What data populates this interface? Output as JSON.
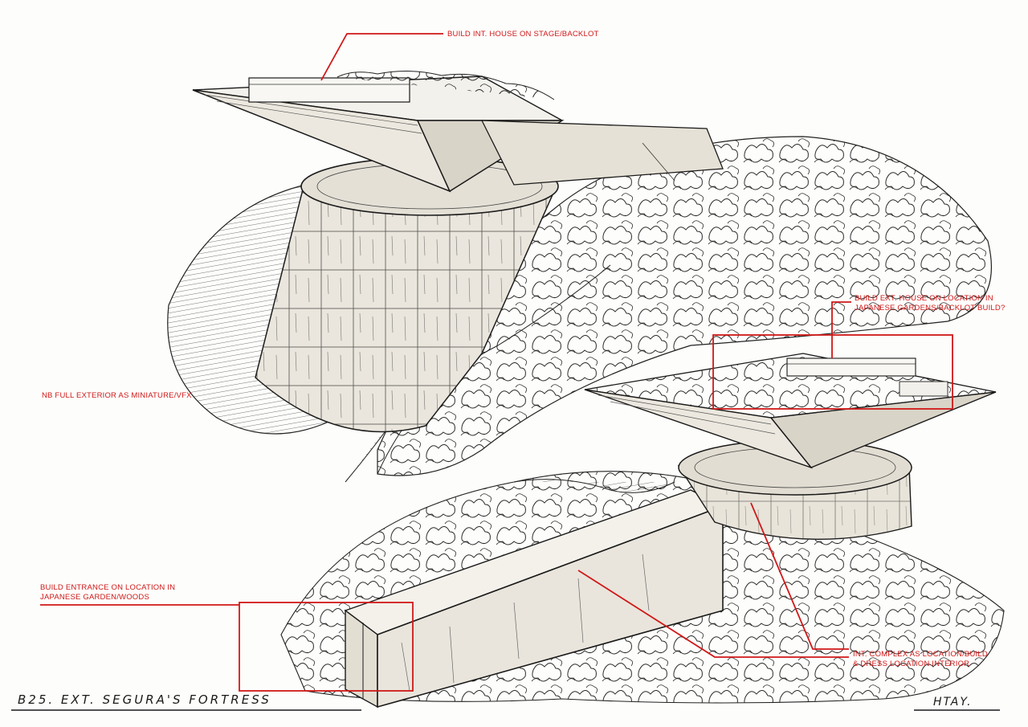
{
  "annotations": {
    "int_house": "BUILD INT. HOUSE ON STAGE/BACKLOT",
    "ext_house": [
      "BUILD EXT. HOUSE ON LOCATION IN",
      "JAPANESE GARDENS/BACKLOT BUILD?"
    ],
    "miniature": "NB FULL EXTERIOR AS MINIATURE/VFX",
    "entrance": [
      "BUILD ENTRANCE ON LOCATION IN",
      "JAPANESE GARDEN/WOODS"
    ],
    "int_complex": [
      "INT. COMPLEX AS LOCATION/BUILD",
      "& DRESS LOCATION INTERIOR"
    ]
  },
  "caption": "B25. EXT. SEGURA'S FORTRESS",
  "signature": "HTAY.",
  "colors": {
    "annotation": "#d01818",
    "ink": "#1a1a1a",
    "paper": "#fdfdfb",
    "marker": "#e9e5dc"
  }
}
